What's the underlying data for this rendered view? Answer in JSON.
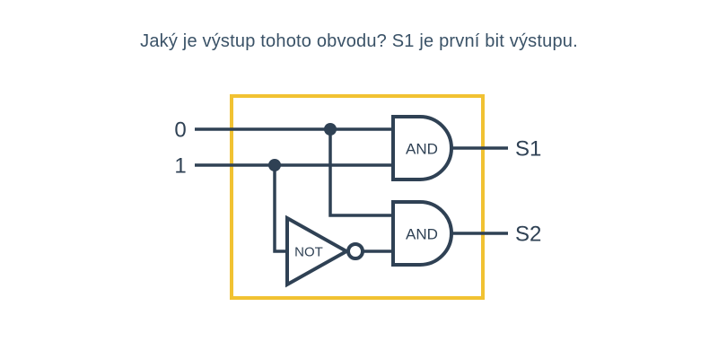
{
  "title": "Jaký je výstup tohoto obvodu? S1 je první bit výstupu.",
  "colors": {
    "background": "#ffffff",
    "stroke": "#2f4154",
    "box_border": "#f1c232",
    "title_text": "#3a5267"
  },
  "circuit": {
    "inputs": [
      {
        "label": "0"
      },
      {
        "label": "1"
      }
    ],
    "gates": [
      {
        "id": "and-gate-1",
        "label": "AND"
      },
      {
        "id": "and-gate-2",
        "label": "AND"
      },
      {
        "id": "not-gate",
        "label": "NOT"
      }
    ],
    "outputs": [
      {
        "label": "S1"
      },
      {
        "label": "S2"
      }
    ]
  }
}
